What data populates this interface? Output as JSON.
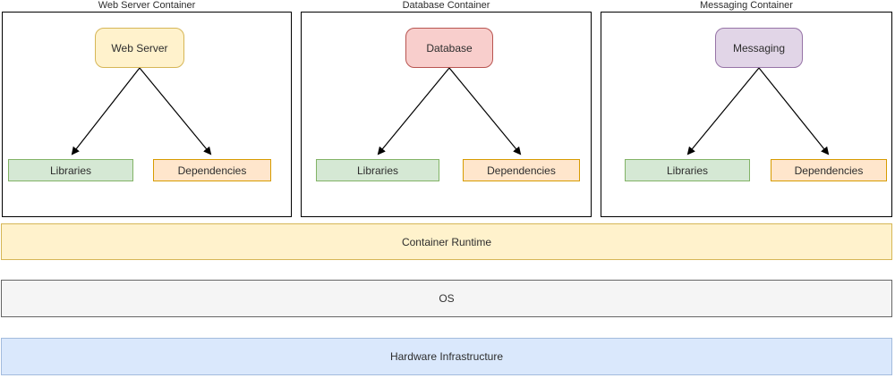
{
  "diagram": {
    "containers": [
      {
        "title": "Web Server Container",
        "node": {
          "label": "Web Server",
          "fill": "#fff2cc",
          "border": "#d6b656"
        },
        "children": [
          {
            "label": "Libraries",
            "fill": "#d5e8d4",
            "border": "#82b366"
          },
          {
            "label": "Dependencies",
            "fill": "#ffe6cc",
            "border": "#d79b00"
          }
        ]
      },
      {
        "title": "Database Container",
        "node": {
          "label": "Database",
          "fill": "#f8cecc",
          "border": "#b85450"
        },
        "children": [
          {
            "label": "Libraries",
            "fill": "#d5e8d4",
            "border": "#82b366"
          },
          {
            "label": "Dependencies",
            "fill": "#ffe6cc",
            "border": "#d79b00"
          }
        ]
      },
      {
        "title": "Messaging Container",
        "node": {
          "label": "Messaging",
          "fill": "#e1d5e7",
          "border": "#9673a6"
        },
        "children": [
          {
            "label": "Libraries",
            "fill": "#d5e8d4",
            "border": "#82b366"
          },
          {
            "label": "Dependencies",
            "fill": "#ffe6cc",
            "border": "#d79b00"
          }
        ]
      }
    ],
    "layers": [
      {
        "label": "Container Runtime",
        "fill": "#fff2cc",
        "border": "#d6b656"
      },
      {
        "label": "OS",
        "fill": "#f5f5f5",
        "border": "#666666"
      },
      {
        "label": "Hardware Infrastructure",
        "fill": "#dae8fc",
        "border": "#a3bbdd"
      }
    ],
    "arrow_color": "#000000",
    "container_border_color": "#000000"
  }
}
